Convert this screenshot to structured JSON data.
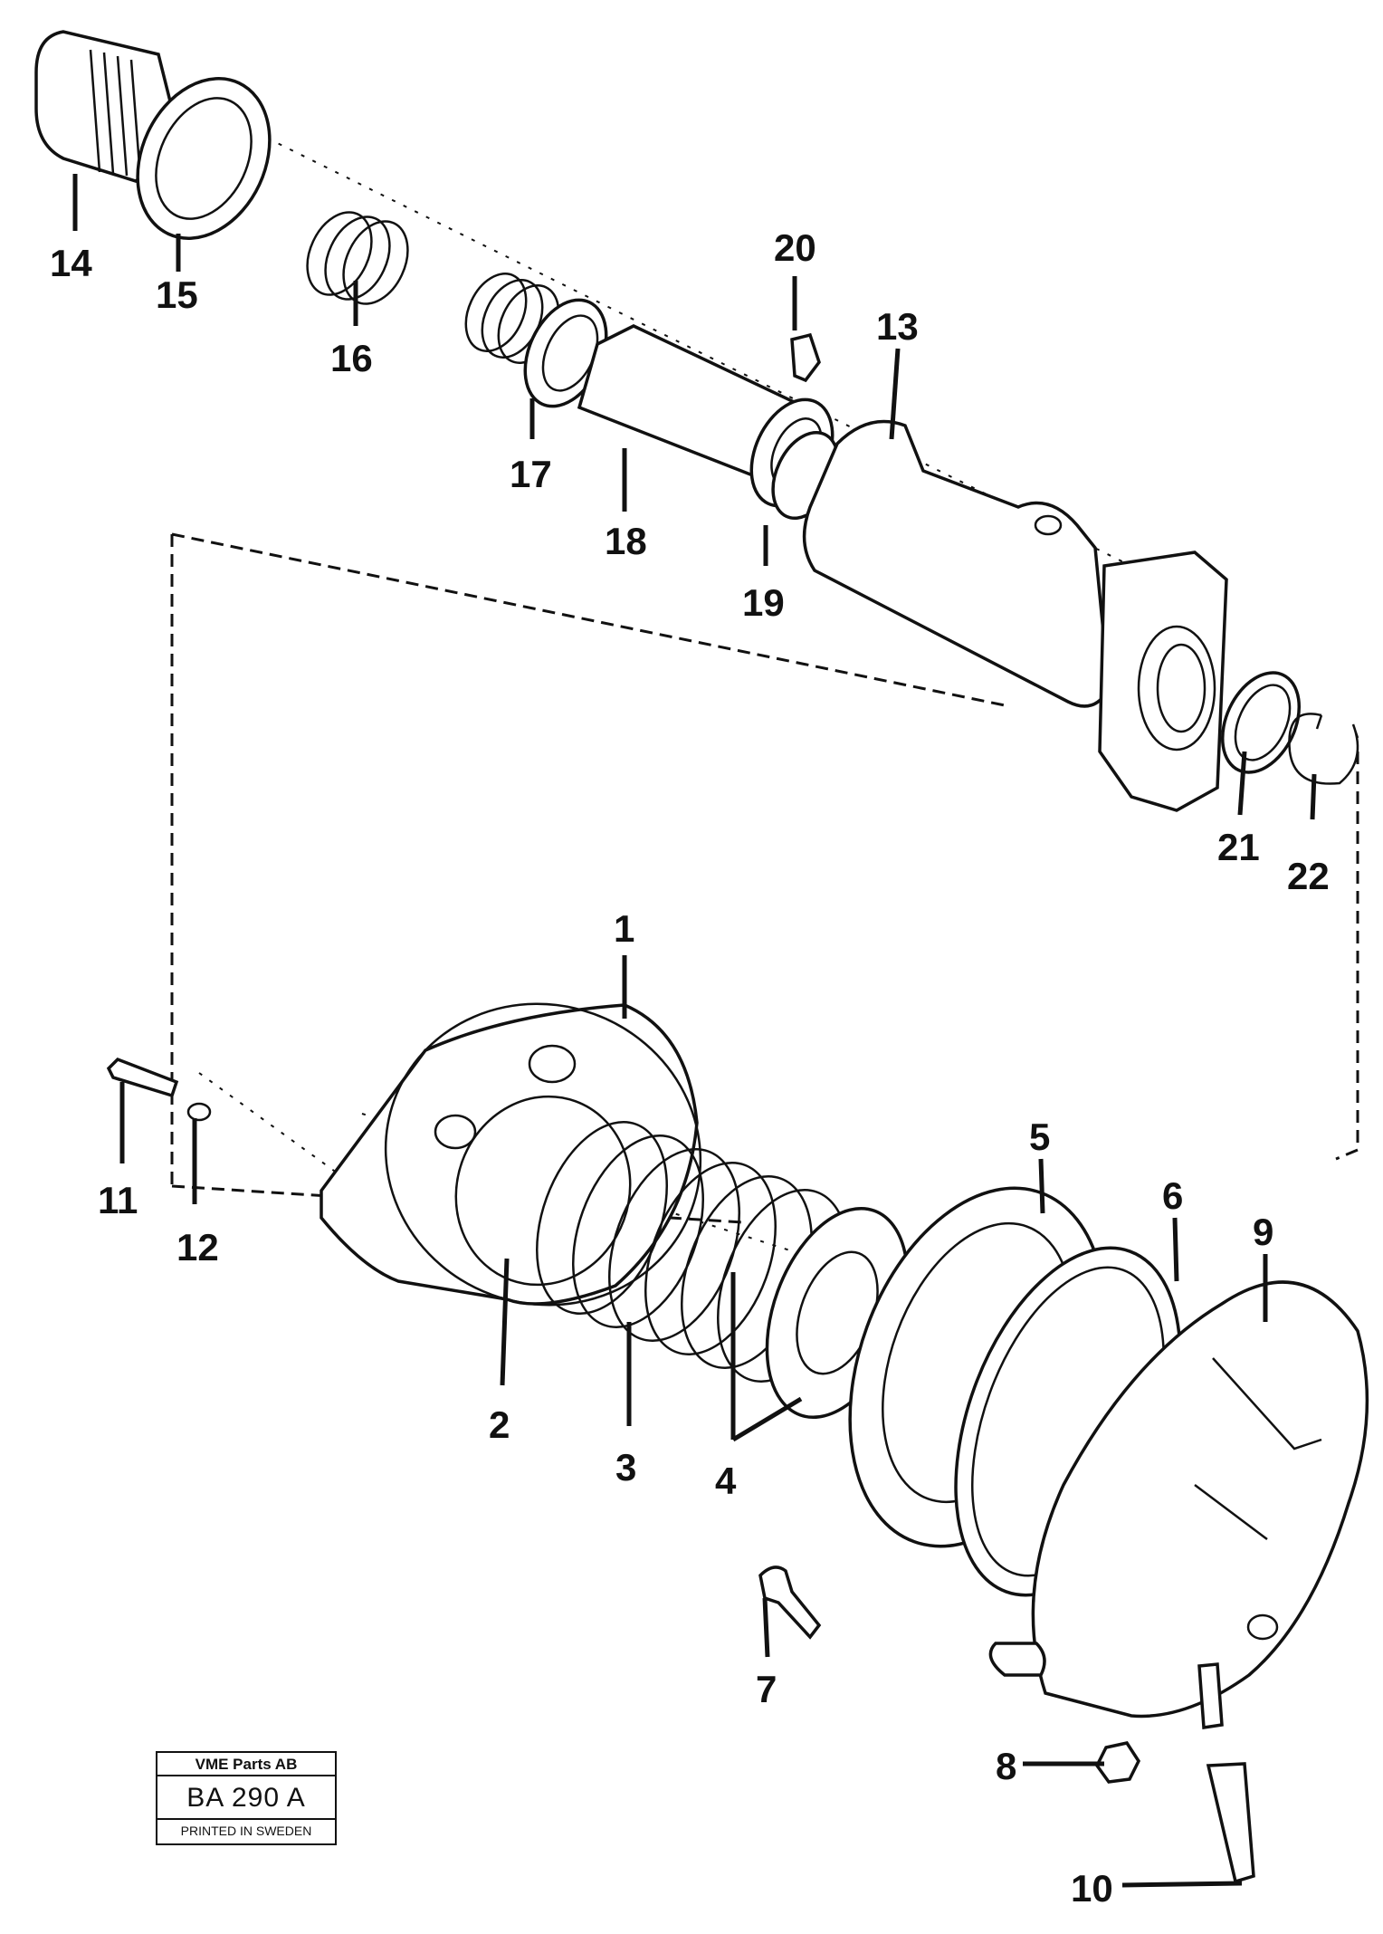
{
  "diagram": {
    "callouts": [
      "1",
      "2",
      "3",
      "4",
      "5",
      "6",
      "7",
      "8",
      "9",
      "10",
      "11",
      "12",
      "13",
      "14",
      "15",
      "16",
      "17",
      "18",
      "19",
      "20",
      "21",
      "22"
    ]
  },
  "title_block": {
    "company": "VME Parts AB",
    "reference_prefix": "BA 290",
    "reference_suffix": "A",
    "footer": "PRINTED IN SWEDEN"
  }
}
